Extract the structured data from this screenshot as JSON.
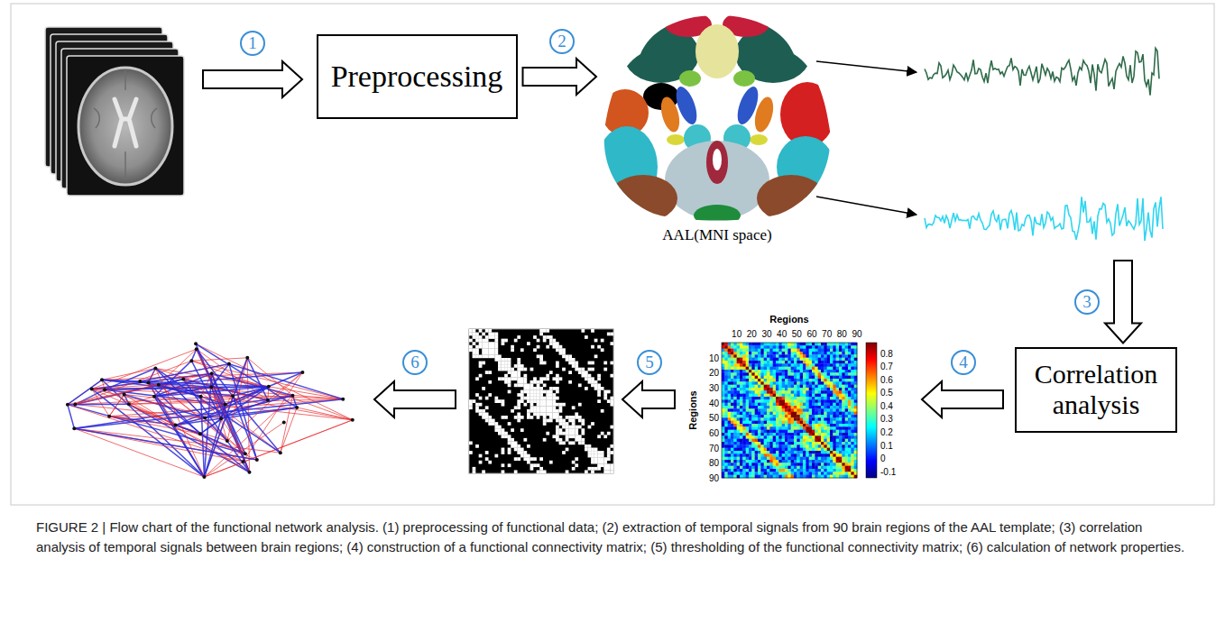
{
  "diagram": {
    "caption": "FIGURE 2 | Flow chart of the functional network analysis. (1) preprocessing of functional data; (2) extraction of temporal signals from 90 brain regions of the AAL template; (3) correlation analysis of temporal signals between brain regions; (4) construction of a functional connectivity matrix; (5) thresholding of the functional connectivity matrix; (6) calculation of network properties.",
    "nodes": [
      {
        "text": [
          "Preprocessing"
        ]
      },
      {
        "text": [
          "AAL(MNI space)"
        ]
      },
      {
        "text": [
          "Correlation analysis"
        ]
      }
    ],
    "edges": [
      {
        "from": 0,
        "to": 1,
        "arrow": "to"
      },
      {
        "from": 1,
        "to": 2,
        "arrow": "to"
      }
    ],
    "labels": [
      "1",
      "2",
      "3",
      "4",
      "5",
      "6",
      "Regions",
      "Regions",
      "10",
      "20",
      "30",
      "40",
      "50",
      "60",
      "70",
      "80",
      "90",
      "10",
      "20",
      "30",
      "40",
      "50",
      "60",
      "70",
      "80",
      "90",
      "0.8",
      "0.7",
      "0.6",
      "0.5",
      "0.4",
      "0.3",
      "0.2",
      "0.1",
      "0",
      "-0.1"
    ]
  }
}
